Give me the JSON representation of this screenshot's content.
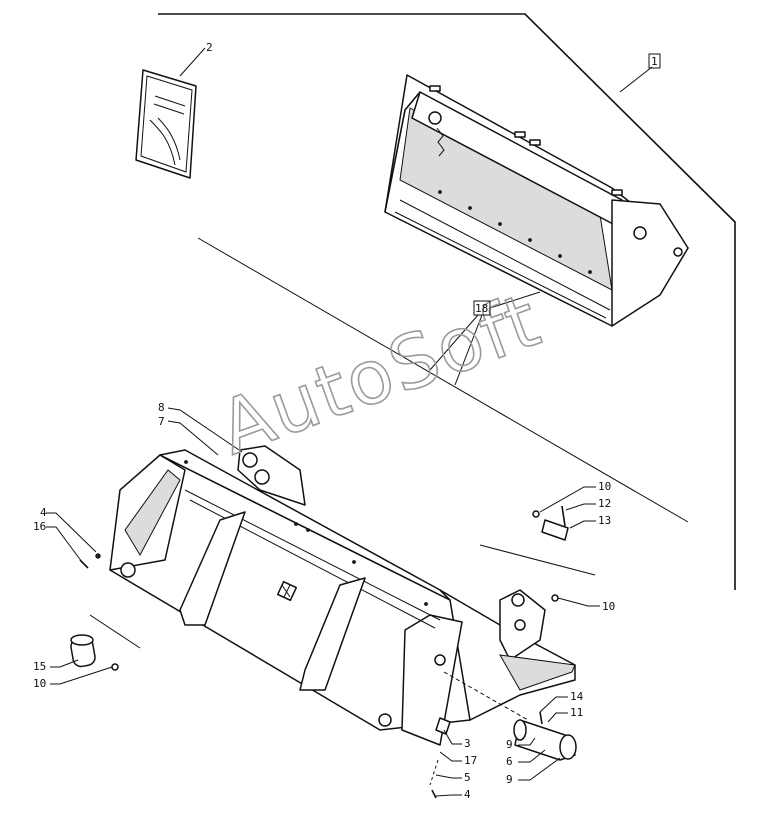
{
  "watermark": "AutoSoft",
  "callouts": {
    "c2": "2",
    "c1": "1",
    "c18": "18",
    "c8": "8",
    "c7": "7",
    "c4a": "4",
    "c16": "16",
    "c10a": "10",
    "c12": "12",
    "c13": "13",
    "c10b": "10",
    "c15": "15",
    "c10c": "10",
    "c14": "14",
    "c11": "11",
    "c9a": "9",
    "c6": "6",
    "c9b": "9",
    "c3": "3",
    "c17": "17",
    "c5": "5",
    "c4b": "4"
  },
  "colors": {
    "line": "#111111",
    "watermark": "#9a9a9a",
    "background": "#ffffff"
  }
}
